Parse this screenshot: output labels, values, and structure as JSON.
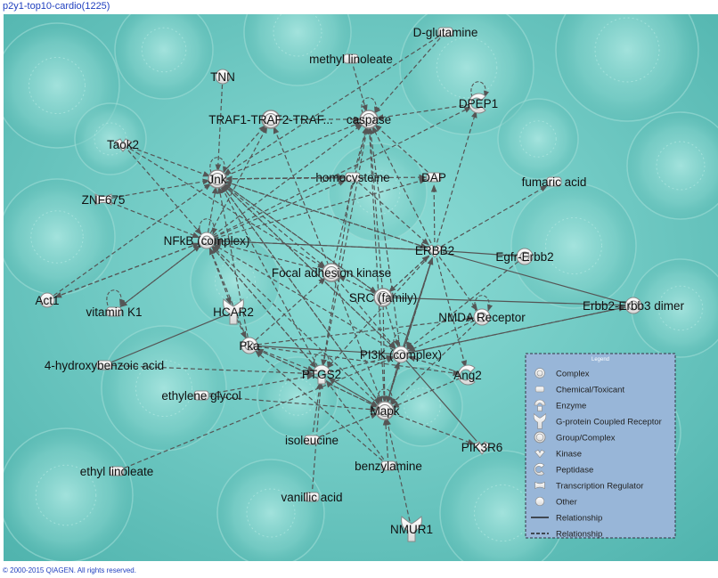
{
  "title": "p2y1-top10-cardio(1225)",
  "footer": "© 2000-2015 QIAGEN. All rights reserved.",
  "nodes": [
    {
      "id": "TNN",
      "label": "TNN",
      "shape": "circle"
    },
    {
      "id": "methyl_linoleate",
      "label": "methyl linoleate",
      "shape": "chemical"
    },
    {
      "id": "D_glutamine",
      "label": "D-glutamine",
      "shape": "chemical"
    },
    {
      "id": "caspase",
      "label": "caspase",
      "shape": "group"
    },
    {
      "id": "TRAF",
      "label": "TRAF1-TRAF2-TRAF...",
      "shape": "group"
    },
    {
      "id": "DPEP1",
      "label": "DPEP1",
      "shape": "peptidase"
    },
    {
      "id": "Taok2",
      "label": "Taok2",
      "shape": "kinase"
    },
    {
      "id": "Jnk",
      "label": "Jnk",
      "shape": "group"
    },
    {
      "id": "homocysteine",
      "label": "homocysteine",
      "shape": "chemical"
    },
    {
      "id": "DAP",
      "label": "DAP",
      "shape": "chemical"
    },
    {
      "id": "fumaric_acid",
      "label": "fumaric acid",
      "shape": "chemical"
    },
    {
      "id": "ZNF675",
      "label": "ZNF675",
      "shape": "transcription"
    },
    {
      "id": "NFkB",
      "label": "NFkB (complex)",
      "shape": "complex"
    },
    {
      "id": "ERBB2",
      "label": "ERBB2",
      "shape": "kinase"
    },
    {
      "id": "Egfr_Erbb2",
      "label": "Egfr-Erbb2",
      "shape": "complex"
    },
    {
      "id": "FAK",
      "label": "Focal adhesion kinase",
      "shape": "group"
    },
    {
      "id": "Act1",
      "label": "Act1",
      "shape": "circle"
    },
    {
      "id": "SRC",
      "label": "SRC (family)",
      "shape": "group"
    },
    {
      "id": "Erbb2_Erbb3",
      "label": "Erbb2-Erbb3 dimer",
      "shape": "complex"
    },
    {
      "id": "vitaminK1",
      "label": "vitamin K1",
      "shape": "chemical"
    },
    {
      "id": "HCAR2",
      "label": "HCAR2",
      "shape": "gpcr"
    },
    {
      "id": "NMDA",
      "label": "NMDA Receptor",
      "shape": "complex"
    },
    {
      "id": "Pka",
      "label": "Pka",
      "shape": "complex"
    },
    {
      "id": "PI3K",
      "label": "PI3K (complex)",
      "shape": "complex"
    },
    {
      "id": "hydroxybenzoic",
      "label": "4-hydroxybenzoic acid",
      "shape": "chemical"
    },
    {
      "id": "PTGS2",
      "label": "PTGS2",
      "shape": "enzyme"
    },
    {
      "id": "Ang2",
      "label": "Ang2",
      "shape": "peptidase"
    },
    {
      "id": "ethylene_glycol",
      "label": "ethylene glycol",
      "shape": "chemical"
    },
    {
      "id": "Mapk",
      "label": "Mapk",
      "shape": "group"
    },
    {
      "id": "isoleucine",
      "label": "isoleucine",
      "shape": "chemical"
    },
    {
      "id": "PIK3R6",
      "label": "PIK3R6",
      "shape": "kinase"
    },
    {
      "id": "ethyl_linoleate",
      "label": "ethyl linoleate",
      "shape": "chemical"
    },
    {
      "id": "benzylamine",
      "label": "benzylamine",
      "shape": "chemical"
    },
    {
      "id": "vanillic_acid",
      "label": "vanillic acid",
      "shape": "chemical"
    },
    {
      "id": "NMUR1",
      "label": "NMUR1",
      "shape": "gpcr"
    }
  ],
  "edges": [
    [
      "Jnk",
      "caspase",
      "d"
    ],
    [
      "Jnk",
      "TRAF",
      "d"
    ],
    [
      "Jnk",
      "homocysteine",
      "d"
    ],
    [
      "Jnk",
      "DAP",
      "d"
    ],
    [
      "Jnk",
      "ERBB2",
      "d"
    ],
    [
      "Jnk",
      "FAK",
      "d"
    ],
    [
      "Jnk",
      "SRC",
      "d"
    ],
    [
      "Jnk",
      "PI3K",
      "d"
    ],
    [
      "Jnk",
      "Mapk",
      "d"
    ],
    [
      "TNN",
      "Jnk",
      "d"
    ],
    [
      "Taok2",
      "Jnk",
      "d"
    ],
    [
      "Taok2",
      "NFkB",
      "d"
    ],
    [
      "Taok2",
      "FAK",
      "d"
    ],
    [
      "ZNF675",
      "Jnk",
      "d"
    ],
    [
      "ZNF675",
      "NFkB",
      "d"
    ],
    [
      "NFkB",
      "caspase",
      "d"
    ],
    [
      "NFkB",
      "TRAF",
      "d"
    ],
    [
      "NFkB",
      "DPEP1",
      "d"
    ],
    [
      "NFkB",
      "ERBB2",
      "s"
    ],
    [
      "NFkB",
      "homocysteine",
      "d"
    ],
    [
      "NFkB",
      "DAP",
      "d"
    ],
    [
      "NFkB",
      "vitaminK1",
      "d"
    ],
    [
      "NFkB",
      "Act1",
      "d"
    ],
    [
      "NFkB",
      "Jnk",
      "d"
    ],
    [
      "NFkB",
      "PTGS2",
      "d"
    ],
    [
      "NFkB",
      "HCAR2",
      "d"
    ],
    [
      "Act1",
      "Jnk",
      "d"
    ],
    [
      "Act1",
      "NFkB",
      "d"
    ],
    [
      "ERBB2",
      "NFkB",
      "d"
    ],
    [
      "ERBB2",
      "caspase",
      "d"
    ],
    [
      "ERBB2",
      "DAP",
      "d"
    ],
    [
      "ERBB2",
      "DPEP1",
      "d"
    ],
    [
      "ERBB2",
      "fumaric_acid",
      "d"
    ],
    [
      "ERBB2",
      "Jnk",
      "d"
    ],
    [
      "ERBB2",
      "PI3K",
      "s"
    ],
    [
      "ERBB2",
      "Mapk",
      "d"
    ],
    [
      "ERBB2",
      "NMDA",
      "d"
    ],
    [
      "ERBB2",
      "Ang2",
      "d"
    ],
    [
      "ERBB2",
      "PTGS2",
      "d"
    ],
    [
      "ERBB2",
      "Egfr_Erbb2",
      "s"
    ],
    [
      "ERBB2",
      "Erbb2_Erbb3",
      "s"
    ],
    [
      "ERBB2",
      "SRC",
      "d"
    ],
    [
      "Erbb2_Erbb3",
      "PI3K",
      "s"
    ],
    [
      "Erbb2_Erbb3",
      "SRC",
      "s"
    ],
    [
      "FAK",
      "caspase",
      "d"
    ],
    [
      "FAK",
      "TRAF",
      "d"
    ],
    [
      "FAK",
      "PI3K",
      "d"
    ],
    [
      "FAK",
      "Mapk",
      "d"
    ],
    [
      "FAK",
      "NFkB",
      "d"
    ],
    [
      "SRC",
      "PI3K",
      "d"
    ],
    [
      "SRC",
      "Mapk",
      "d"
    ],
    [
      "SRC",
      "caspase",
      "d"
    ],
    [
      "SRC",
      "ERBB2",
      "d"
    ],
    [
      "SRC",
      "Jnk",
      "d"
    ],
    [
      "homocysteine",
      "caspase",
      "d"
    ],
    [
      "homocysteine",
      "ERBB2",
      "d"
    ],
    [
      "homocysteine",
      "Jnk",
      "d"
    ],
    [
      "homocysteine",
      "PTGS2",
      "d"
    ],
    [
      "methyl_linoleate",
      "caspase",
      "d"
    ],
    [
      "D_glutamine",
      "Jnk",
      "d"
    ],
    [
      "D_glutamine",
      "caspase",
      "d"
    ],
    [
      "DAP",
      "caspase",
      "d"
    ],
    [
      "DPEP1",
      "caspase",
      "d"
    ],
    [
      "TRAF",
      "caspase",
      "d"
    ],
    [
      "Pka",
      "NFkB",
      "d"
    ],
    [
      "Pka",
      "PI3K",
      "s"
    ],
    [
      "Pka",
      "Mapk",
      "d"
    ],
    [
      "Pka",
      "PTGS2",
      "d"
    ],
    [
      "Pka",
      "NMDA",
      "d"
    ],
    [
      "Pka",
      "Ang2",
      "d"
    ],
    [
      "Pka",
      "Jnk",
      "d"
    ],
    [
      "Pka",
      "FAK",
      "d"
    ],
    [
      "HCAR2",
      "Pka",
      "d"
    ],
    [
      "hydroxybenzoic",
      "HCAR2",
      "s"
    ],
    [
      "hydroxybenzoic",
      "PTGS2",
      "d"
    ],
    [
      "PTGS2",
      "PI3K",
      "d"
    ],
    [
      "PTGS2",
      "Mapk",
      "d"
    ],
    [
      "PTGS2",
      "NFkB",
      "d"
    ],
    [
      "PTGS2",
      "Jnk",
      "d"
    ],
    [
      "PTGS2",
      "caspase",
      "d"
    ],
    [
      "PI3K",
      "Mapk",
      "d"
    ],
    [
      "PI3K",
      "NFkB",
      "d"
    ],
    [
      "PI3K",
      "Jnk",
      "d"
    ],
    [
      "PI3K",
      "caspase",
      "d"
    ],
    [
      "PI3K",
      "PIK3R6",
      "s"
    ],
    [
      "PI3K",
      "Erbb2_Erbb3",
      "d"
    ],
    [
      "PI3K",
      "ERBB2",
      "d"
    ],
    [
      "Mapk",
      "NFkB",
      "d"
    ],
    [
      "Mapk",
      "PTGS2",
      "d"
    ],
    [
      "Mapk",
      "Pka",
      "d"
    ],
    [
      "Mapk",
      "PI3K",
      "d"
    ],
    [
      "Mapk",
      "PIK3R6",
      "d"
    ],
    [
      "Mapk",
      "Jnk",
      "d"
    ],
    [
      "Mapk",
      "caspase",
      "d"
    ],
    [
      "Mapk",
      "ERBB2",
      "d"
    ],
    [
      "ethylene_glycol",
      "Mapk",
      "d"
    ],
    [
      "ethylene_glycol",
      "PTGS2",
      "d"
    ],
    [
      "isoleucine",
      "Mapk",
      "d"
    ],
    [
      "isoleucine",
      "PTGS2",
      "d"
    ],
    [
      "benzylamine",
      "Mapk",
      "d"
    ],
    [
      "benzylamine",
      "PTGS2",
      "d"
    ],
    [
      "benzylamine",
      "Pka",
      "d"
    ],
    [
      "vanillic_acid",
      "PTGS2",
      "d"
    ],
    [
      "ethyl_linoleate",
      "PI3K",
      "d"
    ],
    [
      "NMUR1",
      "Mapk",
      "d"
    ],
    [
      "NMDA",
      "PI3K",
      "d"
    ],
    [
      "NMDA",
      "Mapk",
      "d"
    ],
    [
      "Ang2",
      "Mapk",
      "d"
    ],
    [
      "Ang2",
      "PI3K",
      "d"
    ],
    [
      "vitaminK1",
      "NFkB",
      "d"
    ],
    [
      "Egfr_Erbb2",
      "PI3K",
      "d"
    ],
    [
      "SRC",
      "FAK",
      "d"
    ]
  ],
  "legend": {
    "title": "Legend",
    "items": [
      {
        "label": "Complex",
        "icon": "complex-icon"
      },
      {
        "label": "Chemical/Toxicant",
        "icon": "chemical-icon"
      },
      {
        "label": "Enzyme",
        "icon": "enzyme-icon"
      },
      {
        "label": "G-protein Coupled Receptor",
        "icon": "gpcr-icon"
      },
      {
        "label": "Group/Complex",
        "icon": "group-icon"
      },
      {
        "label": "Kinase",
        "icon": "kinase-icon"
      },
      {
        "label": "Peptidase",
        "icon": "peptidase-icon"
      },
      {
        "label": "Transcription Regulator",
        "icon": "transcription-regulator-icon"
      },
      {
        "label": "Other",
        "icon": "other-icon"
      },
      {
        "label": "Relationship",
        "icon": "solid-line-icon"
      },
      {
        "label": "Relationship",
        "icon": "dashed-line-icon"
      }
    ]
  },
  "colors": {
    "background": "#6fcac4",
    "edge": "#555555",
    "legend_bg": "#98b6d8",
    "link": "#1f3fbf"
  }
}
